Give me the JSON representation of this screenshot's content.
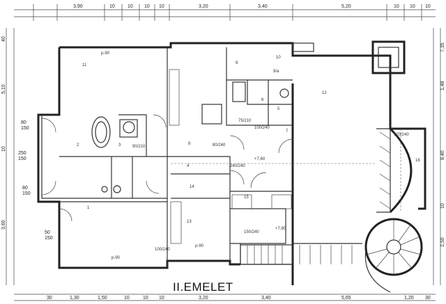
{
  "title": "II.EMELET",
  "top_dims": [
    "3,90",
    "10",
    "10",
    "10",
    "10",
    "3,20",
    "3,40",
    "5,20",
    "10",
    "10",
    "10"
  ],
  "bottom_dims": [
    "30",
    "1,30",
    "1,50",
    "10",
    "10",
    "10",
    "3,20",
    "3,40",
    "5,65",
    "1,20",
    "30"
  ],
  "left_dims": [
    "5,10",
    "40",
    "3,60",
    "10",
    "80",
    "150",
    "250",
    "150",
    "80",
    "150",
    "50",
    "150"
  ],
  "right_dims": [
    "1,48",
    "8,40",
    "2,50",
    "10",
    "7,35"
  ],
  "room_numbers": [
    "11",
    "9",
    "9/a",
    "10",
    "12",
    "7",
    "8",
    "6",
    "5",
    "4",
    "3",
    "2",
    "1",
    "14",
    "13",
    "15",
    "16"
  ],
  "door_labels": [
    "p-90",
    "90/210",
    "75/210",
    "80/240",
    "100/240",
    "120/240",
    "240/240",
    "p-90",
    "p-90",
    "100/240",
    "150/240"
  ],
  "level_marks": [
    "+7,60",
    "+7,60"
  ]
}
